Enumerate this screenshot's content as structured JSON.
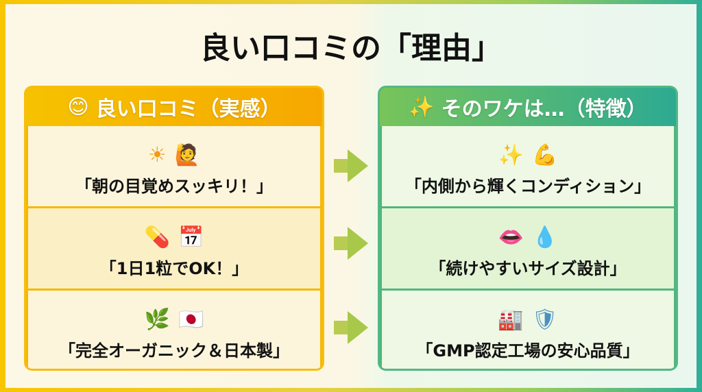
{
  "title": "良い口コミの「理由」",
  "left": {
    "header": "良い口コミ（実感）",
    "header_icon": "smiley-icon",
    "items": [
      {
        "text": "「朝の目覚めスッキリ！」",
        "icons": [
          "☀",
          "🙋"
        ]
      },
      {
        "text": "「1日1粒でOK！」",
        "icons": [
          "💊",
          "📅"
        ]
      },
      {
        "text": "「完全オーガニック＆日本製」",
        "icons": [
          "🌿",
          "🇯🇵"
        ]
      }
    ]
  },
  "right": {
    "header": "そのワケは…（特徴）",
    "header_icon": "sparkles-icon",
    "items": [
      {
        "text": "「内側から輝くコンディション」",
        "icons": [
          "✨",
          "💪"
        ]
      },
      {
        "text": "「続けやすいサイズ設計」",
        "icons": [
          "👄",
          "💧"
        ]
      },
      {
        "text": "「GMP認定工場の安心品質」",
        "icons": [
          "🏭",
          "🛡"
        ]
      }
    ]
  },
  "colors": {
    "left_accent": "#f7b800",
    "right_accent": "#2daa92",
    "arrow": "#a8c84a"
  }
}
